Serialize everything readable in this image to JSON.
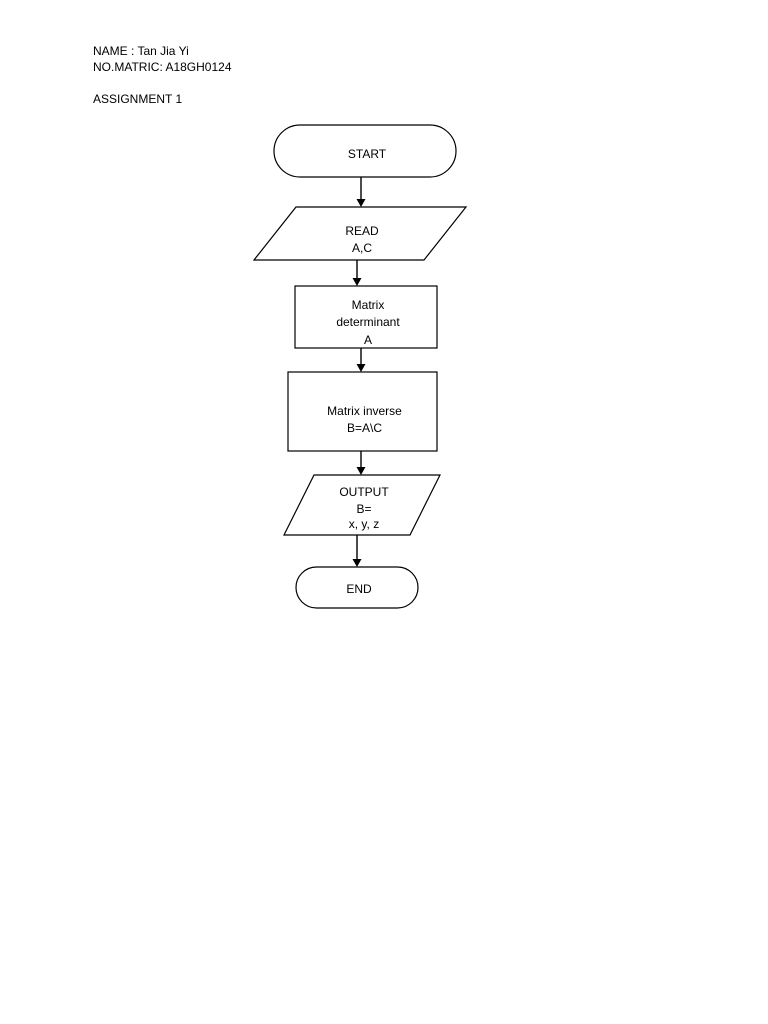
{
  "header": {
    "name_line": "NAME : Tan Jia Yi",
    "matric_line": "NO.MATRIC: A18GH0124",
    "assignment_line": "ASSIGNMENT 1"
  },
  "flowchart": {
    "nodes": [
      {
        "id": "start",
        "shape": "terminal",
        "lines": [
          "START"
        ]
      },
      {
        "id": "read",
        "shape": "parallelogram",
        "lines": [
          "READ",
          "A,C"
        ]
      },
      {
        "id": "determinant",
        "shape": "process",
        "lines": [
          "Matrix",
          "determinant",
          "A"
        ]
      },
      {
        "id": "inverse",
        "shape": "process",
        "lines": [
          "Matrix inverse",
          "B=A\\C"
        ]
      },
      {
        "id": "output",
        "shape": "parallelogram",
        "lines": [
          "OUTPUT",
          "B=",
          "x, y, z"
        ]
      },
      {
        "id": "end",
        "shape": "terminal",
        "lines": [
          "END"
        ]
      }
    ],
    "edges": [
      {
        "from": "start",
        "to": "read"
      },
      {
        "from": "read",
        "to": "determinant"
      },
      {
        "from": "determinant",
        "to": "inverse"
      },
      {
        "from": "inverse",
        "to": "output"
      },
      {
        "from": "output",
        "to": "end"
      }
    ]
  }
}
